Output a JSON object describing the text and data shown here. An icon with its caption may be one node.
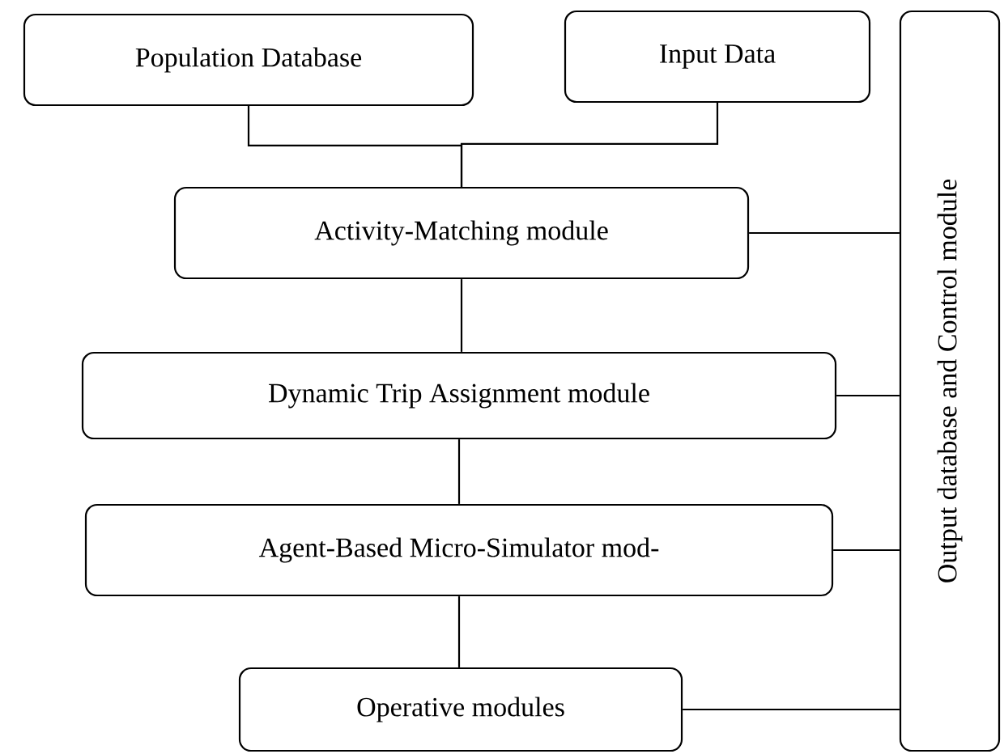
{
  "diagram": {
    "nodes": [
      {
        "text": [
          "Population Database"
        ]
      },
      {
        "text": [
          "Input Data"
        ]
      },
      {
        "text": [
          "Activity-Matching module"
        ]
      },
      {
        "text": [
          "Dynamic Trip Assignment module"
        ]
      },
      {
        "text": [
          "Agent-Based Micro-Simulator mod-"
        ]
      },
      {
        "text": [
          "Operative modules"
        ]
      },
      {
        "text": [
          "Output database and Control module"
        ]
      }
    ],
    "edges": [
      {
        "from": 0,
        "to": 2,
        "arrow": "none"
      },
      {
        "from": 1,
        "to": 2,
        "arrow": "none"
      },
      {
        "from": 2,
        "to": 3,
        "arrow": "none"
      },
      {
        "from": 3,
        "to": 4,
        "arrow": "none"
      },
      {
        "from": 4,
        "to": 5,
        "arrow": "none"
      },
      {
        "from": 2,
        "to": 6,
        "arrow": "none"
      },
      {
        "from": 3,
        "to": 6,
        "arrow": "none"
      },
      {
        "from": 4,
        "to": 6,
        "arrow": "none"
      },
      {
        "from": 5,
        "to": 6,
        "arrow": "none"
      }
    ]
  }
}
